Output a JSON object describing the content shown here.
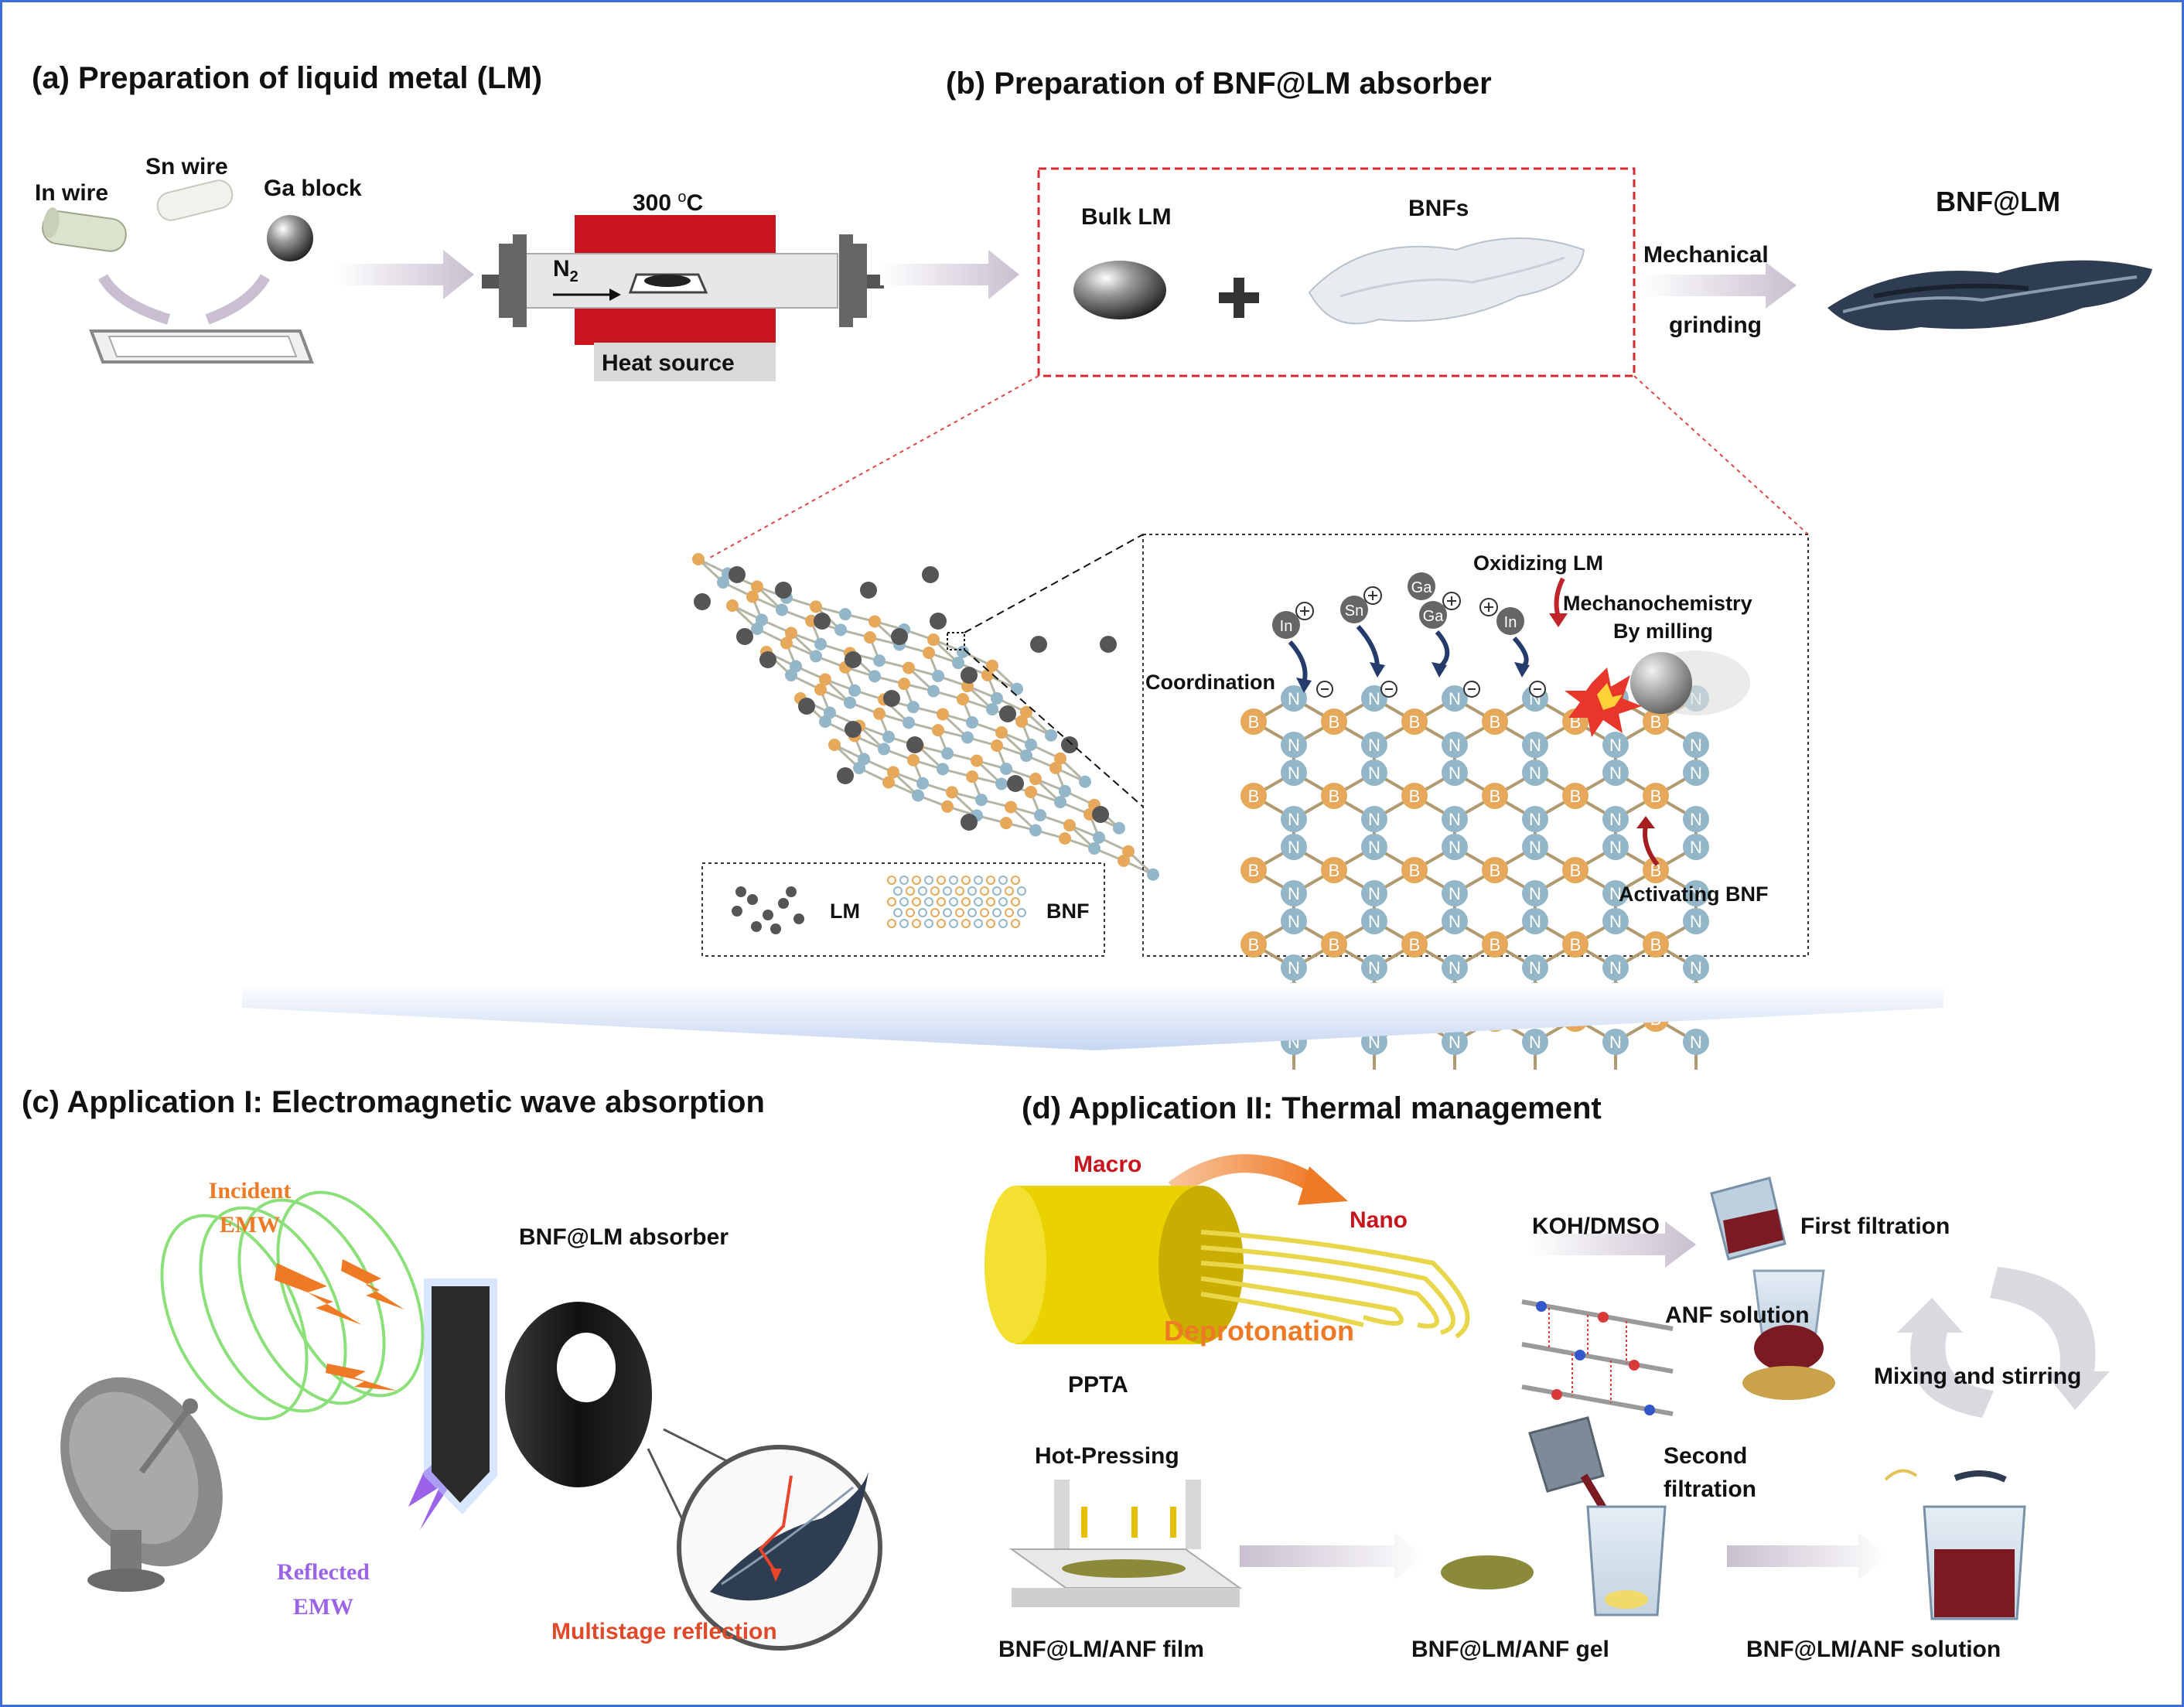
{
  "panels": {
    "a_title": "(a) Preparation of liquid metal (LM)",
    "b_title": "(b) Preparation of BNF@LM absorber",
    "c_title": "(c) Application I: Electromagnetic wave absorption",
    "d_title": "(d) Application II: Thermal management"
  },
  "panel_a": {
    "in_wire": "In wire",
    "sn_wire": "Sn wire",
    "ga_block": "Ga block",
    "temperature_value": "300 ",
    "temperature_sup": "o",
    "temperature_unit": "C",
    "n2_base": "N",
    "n2_sub": "2",
    "heat_source": "Heat source"
  },
  "panel_b": {
    "bulk_lm": "Bulk LM",
    "bnfs": "BNFs",
    "mechanical": "Mechanical",
    "grinding": "grinding",
    "bnf_lm": "BNF@LM",
    "legend_lm": "LM",
    "legend_bnf": "BNF",
    "oxidizing_lm": "Oxidizing LM",
    "mechanochemistry": "Mechanochemistry",
    "by_milling": "By milling",
    "coordination": "Coordination",
    "activating_bnf": "Activating BNF",
    "ions": [
      "In",
      "Sn",
      "Ga",
      "Ga",
      "In"
    ],
    "atom_b": "B",
    "atom_n": "N"
  },
  "panel_c": {
    "incident": "Incident",
    "emw_1": "EMW",
    "reflected": "Reflected",
    "emw_2": "EMW",
    "absorber": "BNF@LM absorber",
    "multistage": "Multistage reflection"
  },
  "panel_d": {
    "macro": "Macro",
    "nano": "Nano",
    "deprotonation": "Deprotonation",
    "ppta": "PPTA",
    "koh_dmso": "KOH/DMSO",
    "first_filtration": "First filtration",
    "anf_solution": "ANF solution",
    "mixing": "Mixing and stirring",
    "second": "Second",
    "filtration": "filtration",
    "hot_pressing": "Hot-Pressing",
    "film": "BNF@LM/ANF film",
    "gel": "BNF@LM/ANF gel",
    "solution": "BNF@LM/ANF solution"
  },
  "colors": {
    "accent_blue": "#3b6fd6",
    "furnace_red": "#c8141c",
    "boron_orange": "#e6a85a",
    "nitrogen_blue": "#93b7c8",
    "incident_orange": "#ef7a26",
    "reflected_purple": "#9a63e8"
  }
}
